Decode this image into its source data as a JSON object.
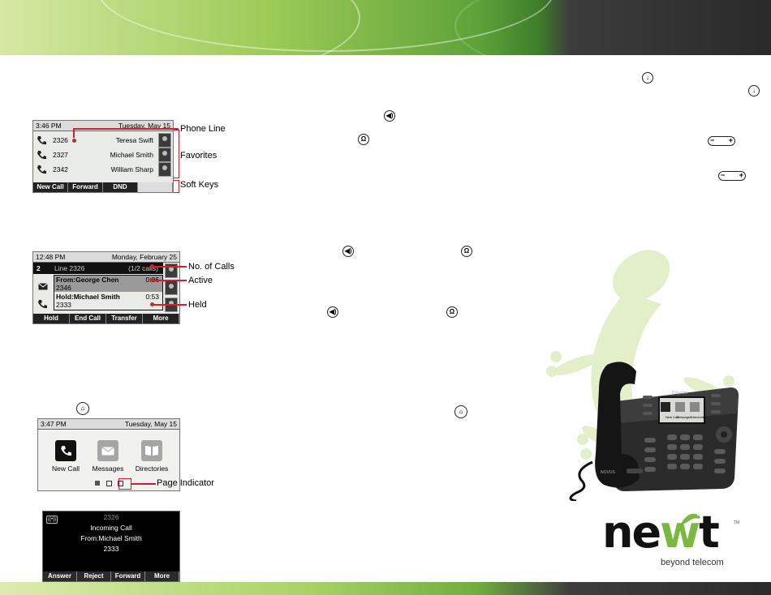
{
  "colors": {
    "accent": "#d5202b",
    "brand_green": "#7bb842",
    "screen_bg": "#e9ebe6",
    "softkey_bg": "#222222"
  },
  "screen1": {
    "time": "3:46 PM",
    "date": "Tuesday, May 15",
    "rows": [
      {
        "number": "2326",
        "name": "Teresa Swift"
      },
      {
        "number": "2327",
        "name": "Michael Smith"
      },
      {
        "number": "2342",
        "name": "William Sharp"
      }
    ],
    "softkeys": [
      "New Call",
      "Forward",
      "DND",
      ""
    ],
    "callouts": {
      "phone_line": "Phone Line",
      "favorites": "Favorites",
      "soft_keys": "Soft Keys"
    }
  },
  "screen2": {
    "time": "12:48 PM",
    "date": "Monday, February 25",
    "line_number": "2",
    "line_label": "Line 2326",
    "calls": "(1/2 calls)",
    "active": {
      "from": "From:George Chen",
      "timer": "0:06",
      "number": "2346"
    },
    "held": {
      "from": "Hold:Michael Smith",
      "timer": "0:53",
      "number": "2333"
    },
    "softkeys": [
      "Hold",
      "End Call",
      "Transfer",
      "More"
    ],
    "callouts": {
      "no_of_calls": "No. of Calls",
      "active": "Active",
      "held": "Held"
    }
  },
  "screen3": {
    "time": "3:47 PM",
    "date": "Tuesday, May 15",
    "icons": [
      {
        "label": "New Call",
        "icon": "phone-icon"
      },
      {
        "label": "Messages",
        "icon": "envelope-icon"
      },
      {
        "label": "Directories",
        "icon": "book-icon"
      }
    ],
    "callouts": {
      "page_indicator": "Page Indicator"
    }
  },
  "screen4": {
    "line": "2326",
    "status": "Incoming Call",
    "from": "From:Michael Smith",
    "number": "2333",
    "softkeys": [
      "Answer",
      "Reject",
      "Forward",
      "More"
    ]
  },
  "phone_screen_tiles": [
    "New Call",
    "Messages",
    "Directories"
  ],
  "phone_brand": "Polycom",
  "phone_side_label": "NOVUS",
  "brand": {
    "name_pre": "ne",
    "name_post": "t",
    "tagline": "beyond telecom",
    "tm": "TM"
  },
  "icons": [
    "microphone-icon",
    "speaker-icon",
    "headset-icon",
    "volume-icon",
    "home-icon",
    "gecko-watermark"
  ]
}
